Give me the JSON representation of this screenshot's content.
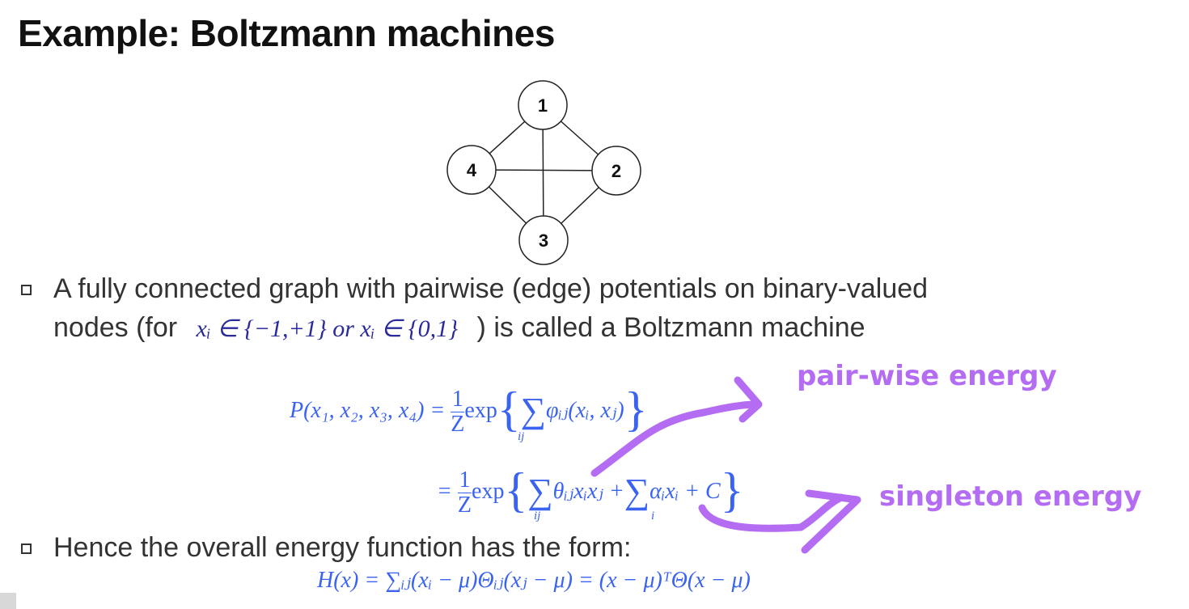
{
  "title": "Example: Boltzmann machines",
  "graph": {
    "nodes": [
      "1",
      "2",
      "3",
      "4"
    ],
    "edges": [
      [
        "1",
        "2"
      ],
      [
        "1",
        "3"
      ],
      [
        "1",
        "4"
      ],
      [
        "2",
        "3"
      ],
      [
        "2",
        "4"
      ],
      [
        "3",
        "4"
      ]
    ]
  },
  "bullets": [
    {
      "line1": "A fully connected graph with pairwise (edge) potentials on binary-valued",
      "line2_pre": "nodes (for",
      "math": "xᵢ ∈ {−1,+1} or xᵢ ∈ {0,1}",
      "line2_post": ") is called a Boltzmann machine"
    },
    {
      "text": "Hence the overall energy function has the form:"
    }
  ],
  "equations": {
    "p_lhs": "P(x₁, x₂, x₃, x₄) =",
    "one": "1",
    "z": "Z",
    "exp": "exp",
    "pair_term": "φᵢⱼ(xᵢ, xⱼ)",
    "eq2": "=",
    "theta_term": "θᵢⱼxᵢxⱼ +",
    "alpha_term": "αᵢxᵢ + C",
    "sub_ij": "ij",
    "sub_i": "i",
    "h": "H(x) = ∑ᵢⱼ(xᵢ − μ)Θᵢⱼ(xⱼ − μ) = (x − μ)ᵀΘ(x − μ)"
  },
  "annotations": {
    "pair": "pair-wise energy",
    "singleton": "singleton energy"
  },
  "colors": {
    "math": "#3b63f2",
    "annotation": "#b36cf2",
    "text": "#333333"
  }
}
